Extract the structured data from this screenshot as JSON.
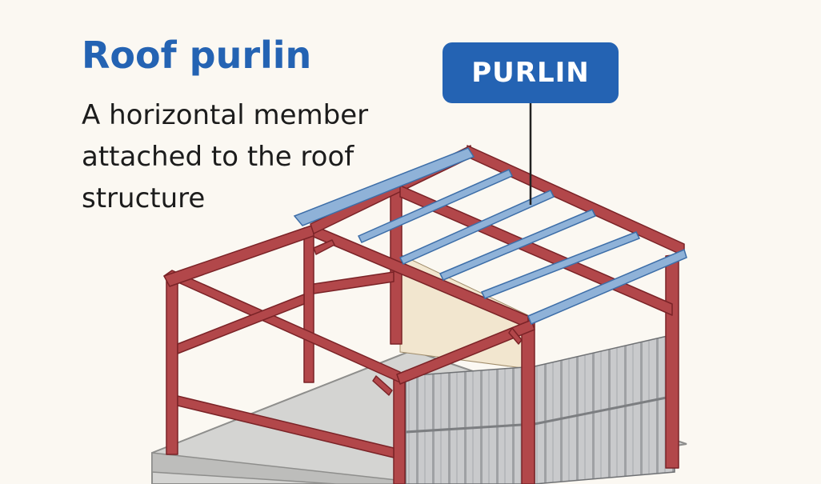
{
  "heading": {
    "title": "Roof purlin",
    "description": "A horizontal member attached to the roof structure"
  },
  "callout": {
    "label": "PURLIN"
  },
  "colors": {
    "accent": "#2463b3",
    "frame_steel": "#b2474a",
    "purlin": "#8fb2d8",
    "wall_cladding": "#c9cacc",
    "floor_slab": "#d4d4d2",
    "background": "#fbf8f2"
  }
}
